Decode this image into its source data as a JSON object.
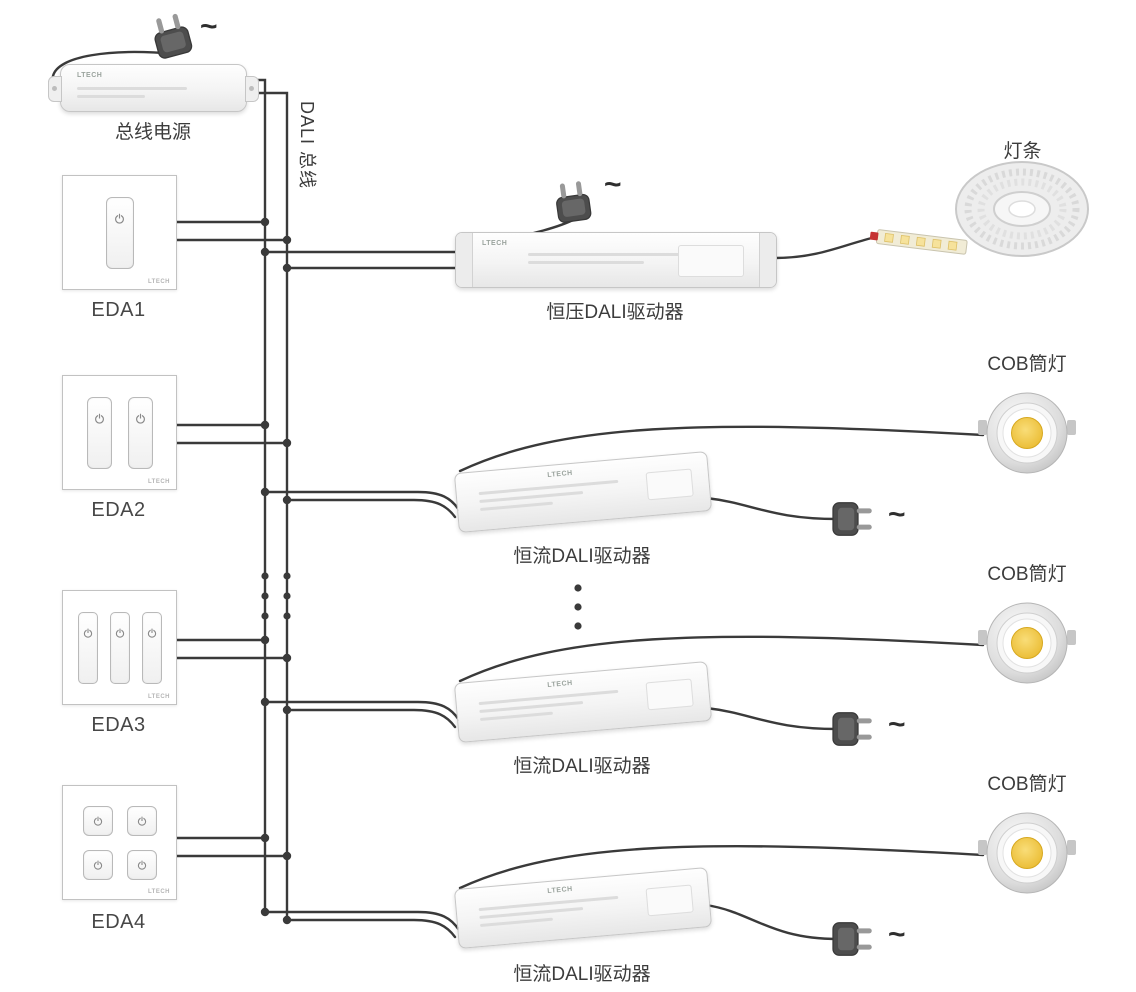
{
  "diagram": {
    "brand": "LTECH",
    "ac_symbol": "~",
    "bus_power": {
      "label": "总线电源"
    },
    "dali_bus": {
      "label": "DALI 总线"
    },
    "panels": [
      {
        "id": "EDA1",
        "label": "EDA1",
        "buttons": 1
      },
      {
        "id": "EDA2",
        "label": "EDA2",
        "buttons": 2
      },
      {
        "id": "EDA3",
        "label": "EDA3",
        "buttons": 3
      },
      {
        "id": "EDA4",
        "label": "EDA4",
        "buttons": 4
      }
    ],
    "drivers": {
      "cv": {
        "label": "恒压DALI驱动器",
        "load": "灯条"
      },
      "cc": {
        "label": "恒流DALI驱动器",
        "load": "COB筒灯",
        "count": 3
      }
    },
    "loads": {
      "led_strip_label": "灯条",
      "cob_label": "COB筒灯"
    },
    "colors": {
      "wire": "#3a3a3a",
      "label_text": "#3c3c3c",
      "cob_led": "#eab92d"
    }
  }
}
